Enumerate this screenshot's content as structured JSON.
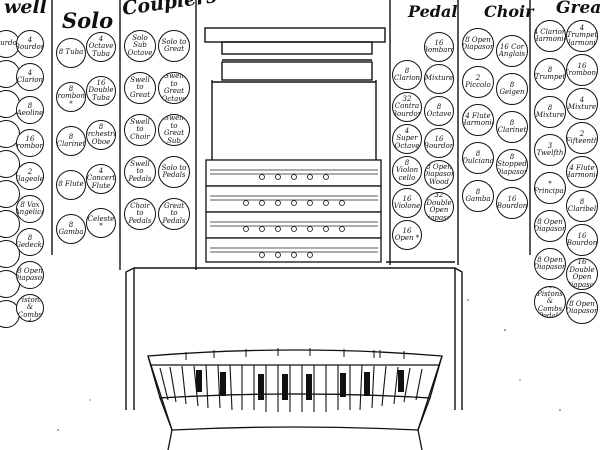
{
  "jambs": [
    {
      "id": "swell",
      "title": "well"
    },
    {
      "id": "solo",
      "title": "Solo"
    },
    {
      "id": "couplers",
      "title": "Couplers"
    },
    {
      "id": "pedal",
      "title": "Pedal"
    },
    {
      "id": "choir",
      "title": "Choir"
    },
    {
      "id": "great",
      "title": "Grea"
    }
  ],
  "stops": {
    "swell_a": [
      "Bourdon",
      "",
      "",
      "",
      "",
      "",
      "",
      "",
      "",
      ""
    ],
    "swell_b": [
      "4 Bourdon",
      "4 Clarion",
      "8 Aeoline",
      "16 Trombone",
      "2 Flageolet",
      "8 Vox Angelica",
      "8 Gedeckt",
      "8 Open Diapason",
      "Swell Pistons & Combs Pedals"
    ],
    "solo_a": [
      "8 Tuba",
      "8 Trombone *",
      "8 Clarinet",
      "8 Flute",
      "8 Gamba"
    ],
    "solo_b": [
      "4 Octave Tuba",
      "16 Double Tuba",
      "8 Orchestral Oboe",
      "4 Concert Flute",
      "Celeste *"
    ],
    "couplers_a": [
      "Solo Sub Octave",
      "Swell to Great",
      "Swell to Choir",
      "Swell to Pedals",
      "Choir to Pedals"
    ],
    "couplers_b": [
      "Solo to Great",
      "Swell to Great Octave",
      "Swell to Great Sub",
      "Solo to Pedals",
      "Great to Pedals"
    ],
    "pedal_a": [
      "8 Clarion",
      "32 Contra Bourdon",
      "4 Super Octave",
      "8 Violon cello",
      "16 Violone",
      "16 Open *"
    ],
    "pedal_b": [
      "16 Bombard",
      "Mixture",
      "8 Octave",
      "16 Bourdon",
      "8 Open Diapason Wood",
      "32 Double Open Diapason"
    ],
    "choir_a": [
      "8 Open Diapason",
      "2 Piccolo",
      "4 Flute Harmonic",
      "8 Dulciana",
      "8 Gamba"
    ],
    "choir_b": [
      "16 Cor Anglais",
      "8 Geigen",
      "8 Clarinet",
      "8 Stopped Diapason",
      "16 Bourdon"
    ],
    "great_a": [
      "4 Clarion Harmonic",
      "8 Trumpet",
      "8 Mixture",
      "3 Twelfth",
      "* Principal",
      "8 Open Diapason",
      "8 Open Diapason",
      "Great Pistons & Combs Pedals"
    ],
    "great_b": [
      "4 Trumpet Harmonic",
      "16 Trombone",
      "4 Mixture",
      "2 Fifteenth",
      "4 Flute Harmonic",
      "8 Claribel",
      "16 Bourdon",
      "16 Double Open Diapason",
      "8 Open Diapason"
    ]
  }
}
